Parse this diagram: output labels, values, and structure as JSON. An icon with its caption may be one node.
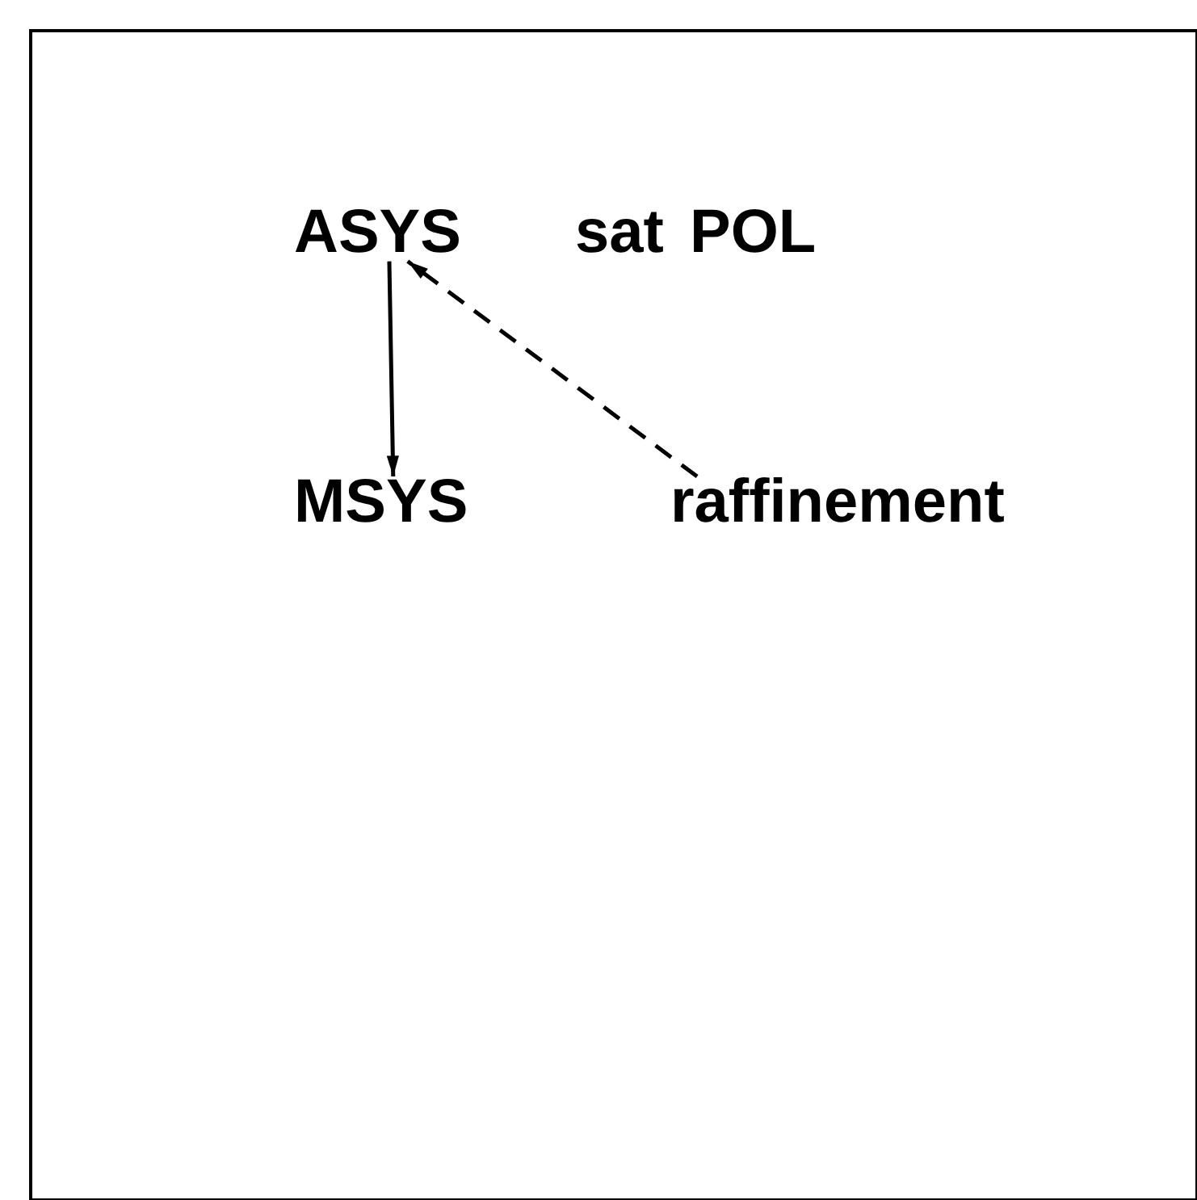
{
  "diagram": {
    "nodes": [
      {
        "text": [
          "ASYS"
        ]
      },
      {
        "text": [
          "MSYS"
        ]
      },
      {
        "text": [
          "raffinement"
        ]
      }
    ],
    "edges": [
      {
        "from": 0,
        "to": 1,
        "arrow": "to"
      },
      {
        "from": 2,
        "to": 0,
        "arrow": "to",
        "style": "dashed"
      }
    ],
    "labels": [
      "sat",
      "POL"
    ]
  }
}
